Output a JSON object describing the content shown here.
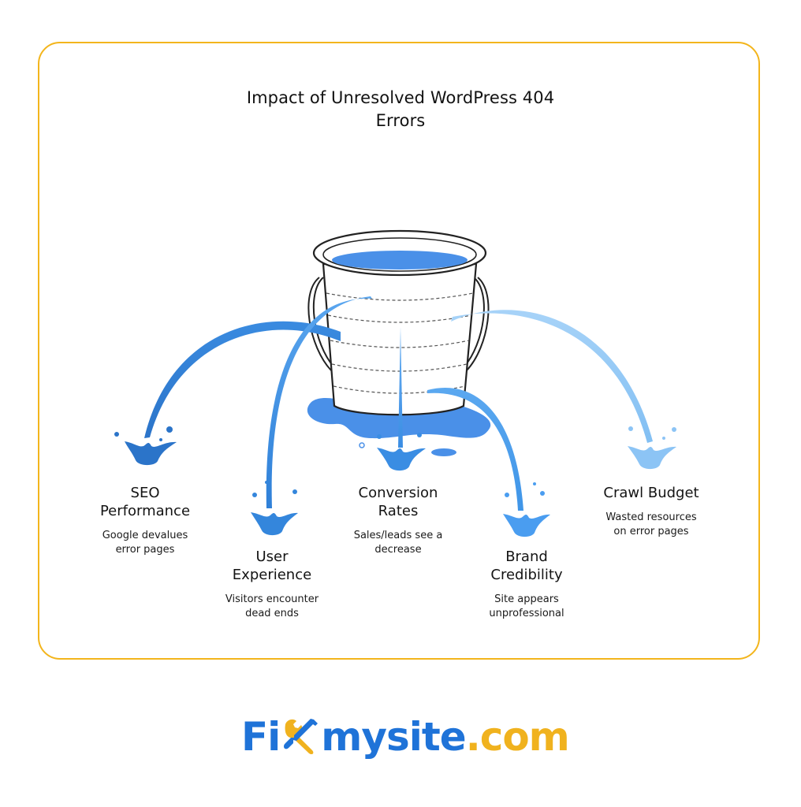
{
  "title": {
    "line1": "Impact of Unresolved WordPress 404",
    "line2": "Errors"
  },
  "impacts": [
    {
      "heading": [
        "SEO",
        "Performance"
      ],
      "description": [
        "Google devalues",
        "error pages"
      ],
      "color": "#2f7fd4"
    },
    {
      "heading": [
        "User",
        "Experience"
      ],
      "description": [
        "Visitors encounter",
        "dead ends"
      ],
      "color": "#3a8ee0"
    },
    {
      "heading": [
        "Conversion",
        "Rates"
      ],
      "description": [
        "Sales/leads see a",
        "decrease"
      ],
      "color": "#3d95e8"
    },
    {
      "heading": [
        "Brand",
        "Credibility"
      ],
      "description": [
        "Site appears",
        "unprofessional"
      ],
      "color": "#4aa3ee"
    },
    {
      "heading": [
        "Crawl Budget"
      ],
      "description": [
        "Wasted resources",
        "on error pages"
      ],
      "color": "#8cc4f5"
    }
  ],
  "logo": {
    "part1": "Fi",
    "part2": "mysite",
    "part3": ".com",
    "icon": "wrench-screwdriver-icon",
    "blue": "#1f73d8",
    "gold": "#f0b21e"
  },
  "colors": {
    "border": "#f3b51c",
    "water": "#4a90e8"
  }
}
